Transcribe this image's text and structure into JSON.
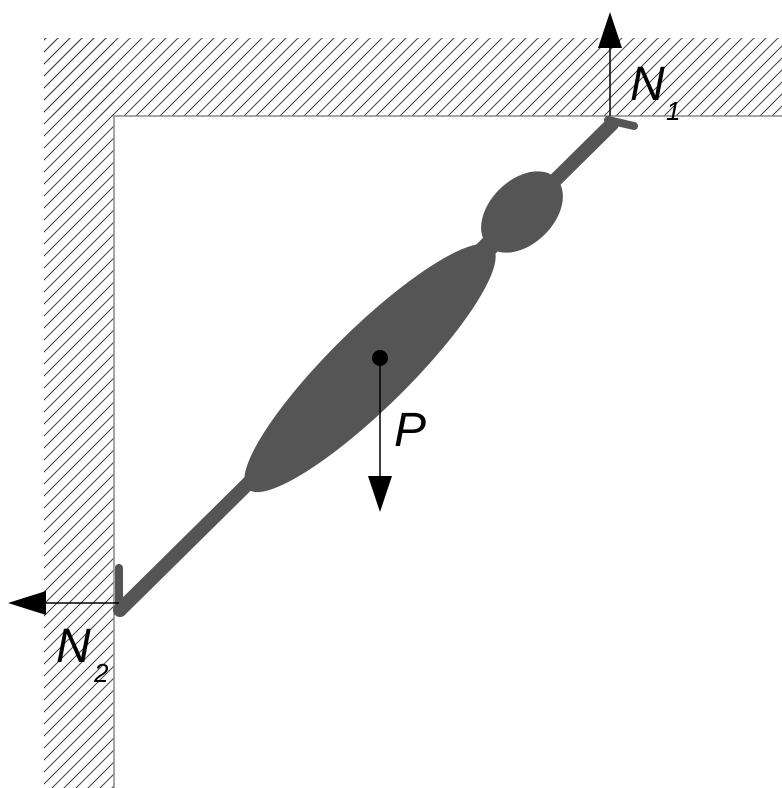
{
  "labels": {
    "n1_main": "N",
    "n1_sub": "1",
    "n2_main": "N",
    "n2_sub": "2",
    "p": "P"
  },
  "colors": {
    "body": "#555555",
    "hatch": "#444444",
    "wall_edge": "#888888",
    "force": "#000000",
    "background": "#ffffff"
  },
  "icons": {
    "force_arrow": "filled-triangle-arrowhead",
    "center_of_mass": "filled-circle"
  }
}
